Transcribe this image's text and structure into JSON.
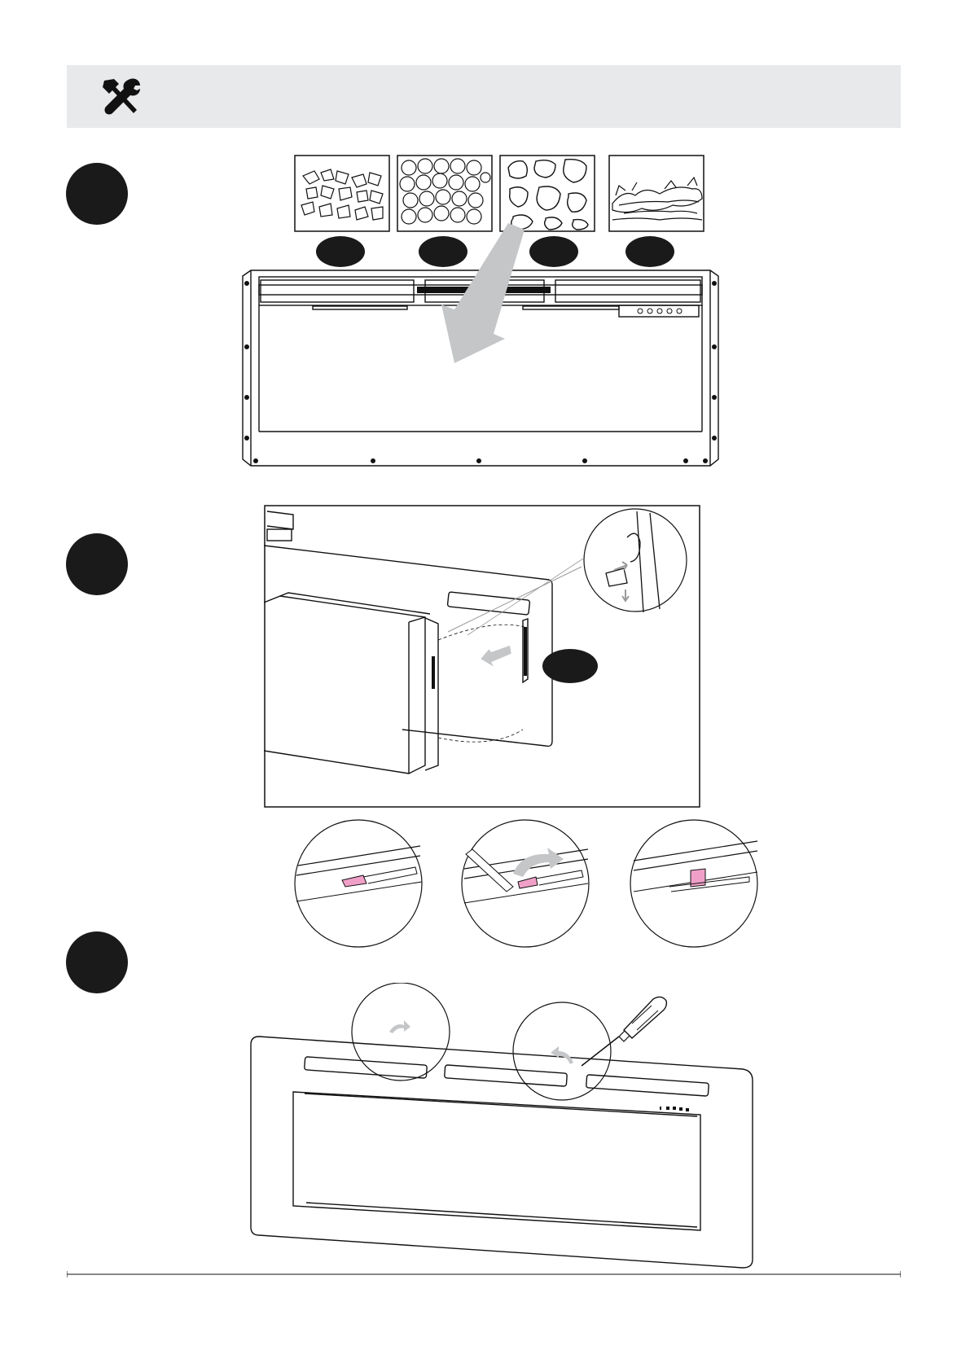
{
  "header": {
    "icon": "hammer-wrench-icon",
    "background_color": "#e8e9ea"
  },
  "steps": [
    {
      "marker": "step-1-marker",
      "figure": "media-options-into-firebox"
    },
    {
      "marker": "step-2-marker",
      "figure": "mount-firebox-to-frame"
    },
    {
      "marker": "step-3-marker",
      "figure": "bend-tabs-and-secure-frame"
    }
  ],
  "media_options": [
    {
      "name": "crystal-media-icon"
    },
    {
      "name": "pebble-media-icon"
    },
    {
      "name": "stone-media-icon"
    },
    {
      "name": "log-media-icon"
    }
  ],
  "colors": {
    "marker": "#1a1a1a",
    "arrow": "#c4c6c8",
    "tab_highlight": "#f0a0c8",
    "line": "#1a1a1a"
  }
}
